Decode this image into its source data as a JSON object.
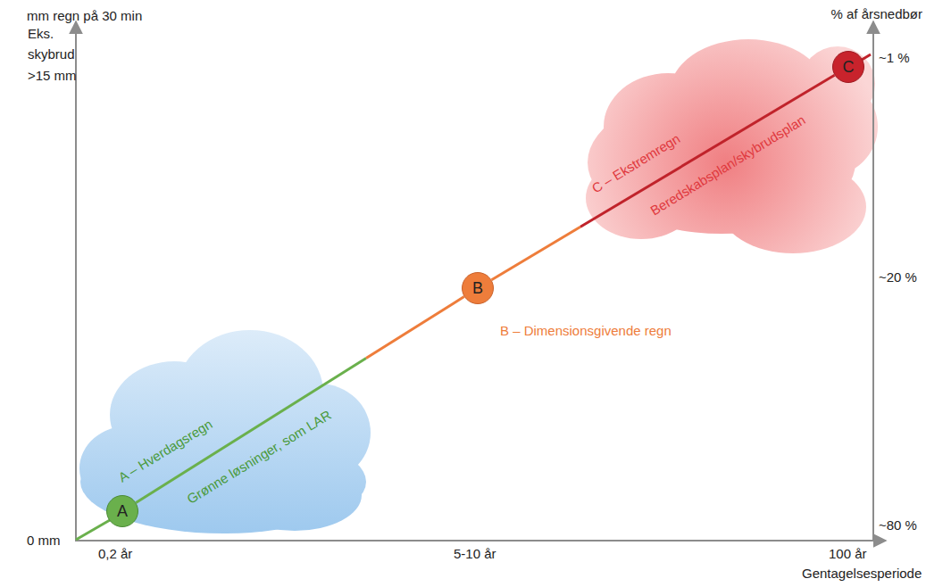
{
  "diagram": {
    "nodes": [
      {
        "text": [
          "A – Hverdagsregn",
          "Grønne løsninger, som LAR"
        ]
      },
      {
        "text": [
          "A"
        ],
        "in": 0
      },
      {
        "text": [
          "B"
        ]
      },
      {
        "text": [
          "C – Ekstremregn",
          "Beredskabsplan/skybrudsplan"
        ]
      },
      {
        "text": [
          "C"
        ],
        "in": 3
      }
    ],
    "edges": [
      {
        "from": 1,
        "to": 2,
        "arrow": "none"
      },
      {
        "from": 2,
        "to": 4,
        "arrow": "none"
      }
    ],
    "labels": [
      "mm regn på 30 min",
      "Eks. skybrud >15 mm",
      "0 mm",
      "0,2 år",
      "5-10 år",
      "100 år",
      "Gentagelsesperiode",
      "% af årsnedbør",
      "~1 %",
      "~20 %",
      "~80 %",
      "B – Dimensionsgivende regn"
    ]
  }
}
